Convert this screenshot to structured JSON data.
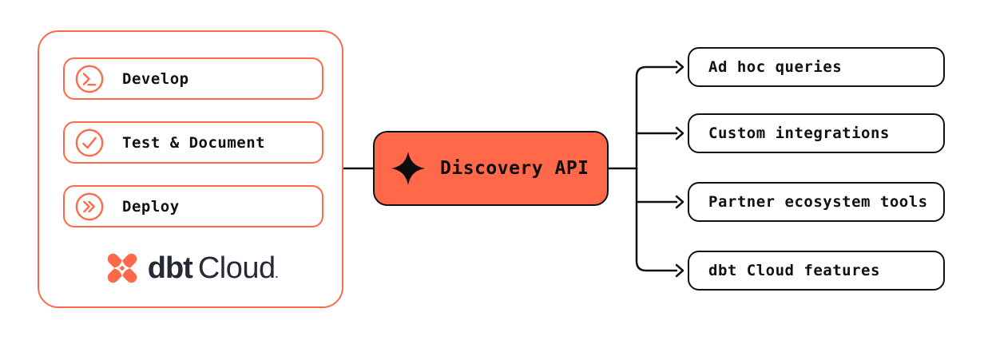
{
  "colors": {
    "coral": "#FF694A",
    "ink": "#111111",
    "navy": "#262A38",
    "background": "#FFFFFF"
  },
  "left_panel": {
    "steps": [
      {
        "label": "Develop",
        "icon": "terminal-prompt-icon"
      },
      {
        "label": "Test & Document",
        "icon": "check-circle-icon"
      },
      {
        "label": "Deploy",
        "icon": "deploy-chevrons-icon"
      }
    ],
    "logo": {
      "mark": "dbt-logo-mark",
      "name_bold": "dbt",
      "name_regular": "Cloud",
      "suffix": "."
    }
  },
  "hub": {
    "label": "Discovery API",
    "icon": "sparkle-icon"
  },
  "outputs": [
    {
      "label": "Ad hoc queries"
    },
    {
      "label": "Custom integrations"
    },
    {
      "label": "Partner ecosystem tools"
    },
    {
      "label": "dbt Cloud features"
    }
  ]
}
